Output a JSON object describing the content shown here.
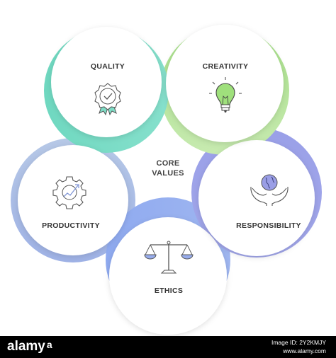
{
  "center": {
    "line1": "CORE",
    "line2": "VALUES"
  },
  "values": [
    {
      "label": "QUALITY",
      "icon": "quality-badge-icon",
      "color": "#72d9c2"
    },
    {
      "label": "CREATIVITY",
      "icon": "lightbulb-icon",
      "color": "#b5e39a"
    },
    {
      "label": "RESPONSIBILITY",
      "icon": "hands-globe-icon",
      "color": "#9a9ee6"
    },
    {
      "label": "ETHICS",
      "icon": "balance-scale-icon",
      "color": "#97acec"
    },
    {
      "label": "PRODUCTIVITY",
      "icon": "gear-growth-icon",
      "color": "#a9bde3"
    }
  ],
  "footer": {
    "brand": "alamy",
    "image_id_label": "Image ID: 2Y2KMJY",
    "url": "www.alamy.com"
  }
}
